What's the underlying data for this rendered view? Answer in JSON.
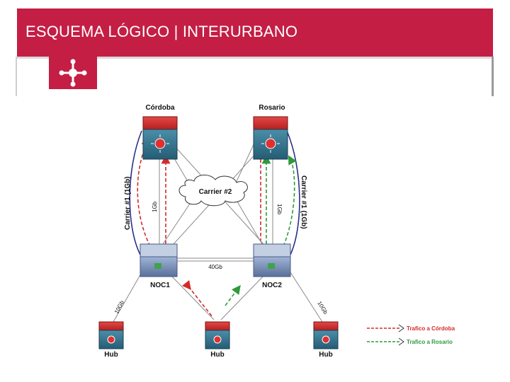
{
  "header": {
    "title": "ESQUEMA LÓGICO | INTERURBANO"
  },
  "logo": {
    "icon": "network-hub-icon"
  },
  "diagram": {
    "nodes": {
      "cordoba": "Córdoba",
      "rosario": "Rosario",
      "noc1": "NOC1",
      "noc2": "NOC2",
      "hub_left": "Hub",
      "hub_center": "Hub",
      "hub_right": "Hub"
    },
    "cloud_label": "Carrier #2",
    "carrier1_left": "Carrier #1 (1Gb)",
    "carrier1_right": "Carrier #1 (1Gb)",
    "link_left_small": "1Gb",
    "link_right_small": "1Gb",
    "link_noc": "40Gb",
    "link_hub_left": "10Gb",
    "link_hub_right": "10Gb"
  },
  "legend": {
    "red_label": "Trafico a Córdoba",
    "green_label": "Trafico a Rosario"
  },
  "colors": {
    "brand": "#c41e45",
    "red_traffic": "#d42a2a",
    "green_traffic": "#2e9a3a",
    "carrier_line": "#2a2f8a"
  }
}
